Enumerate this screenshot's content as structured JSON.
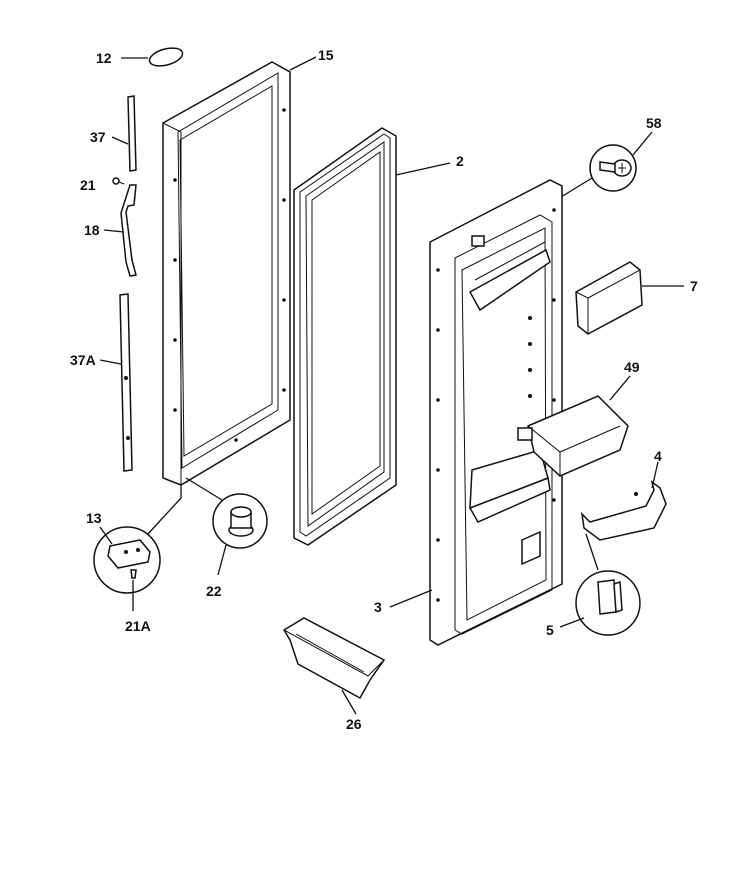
{
  "callouts": {
    "c12": "12",
    "c15": "15",
    "c37": "37",
    "c21": "21",
    "c18": "18",
    "c37a": "37A",
    "c13": "13",
    "c21a": "21A",
    "c22": "22",
    "c2": "2",
    "c58": "58",
    "c7": "7",
    "c49": "49",
    "c4": "4",
    "c3": "3",
    "c5": "5",
    "c26": "26"
  }
}
